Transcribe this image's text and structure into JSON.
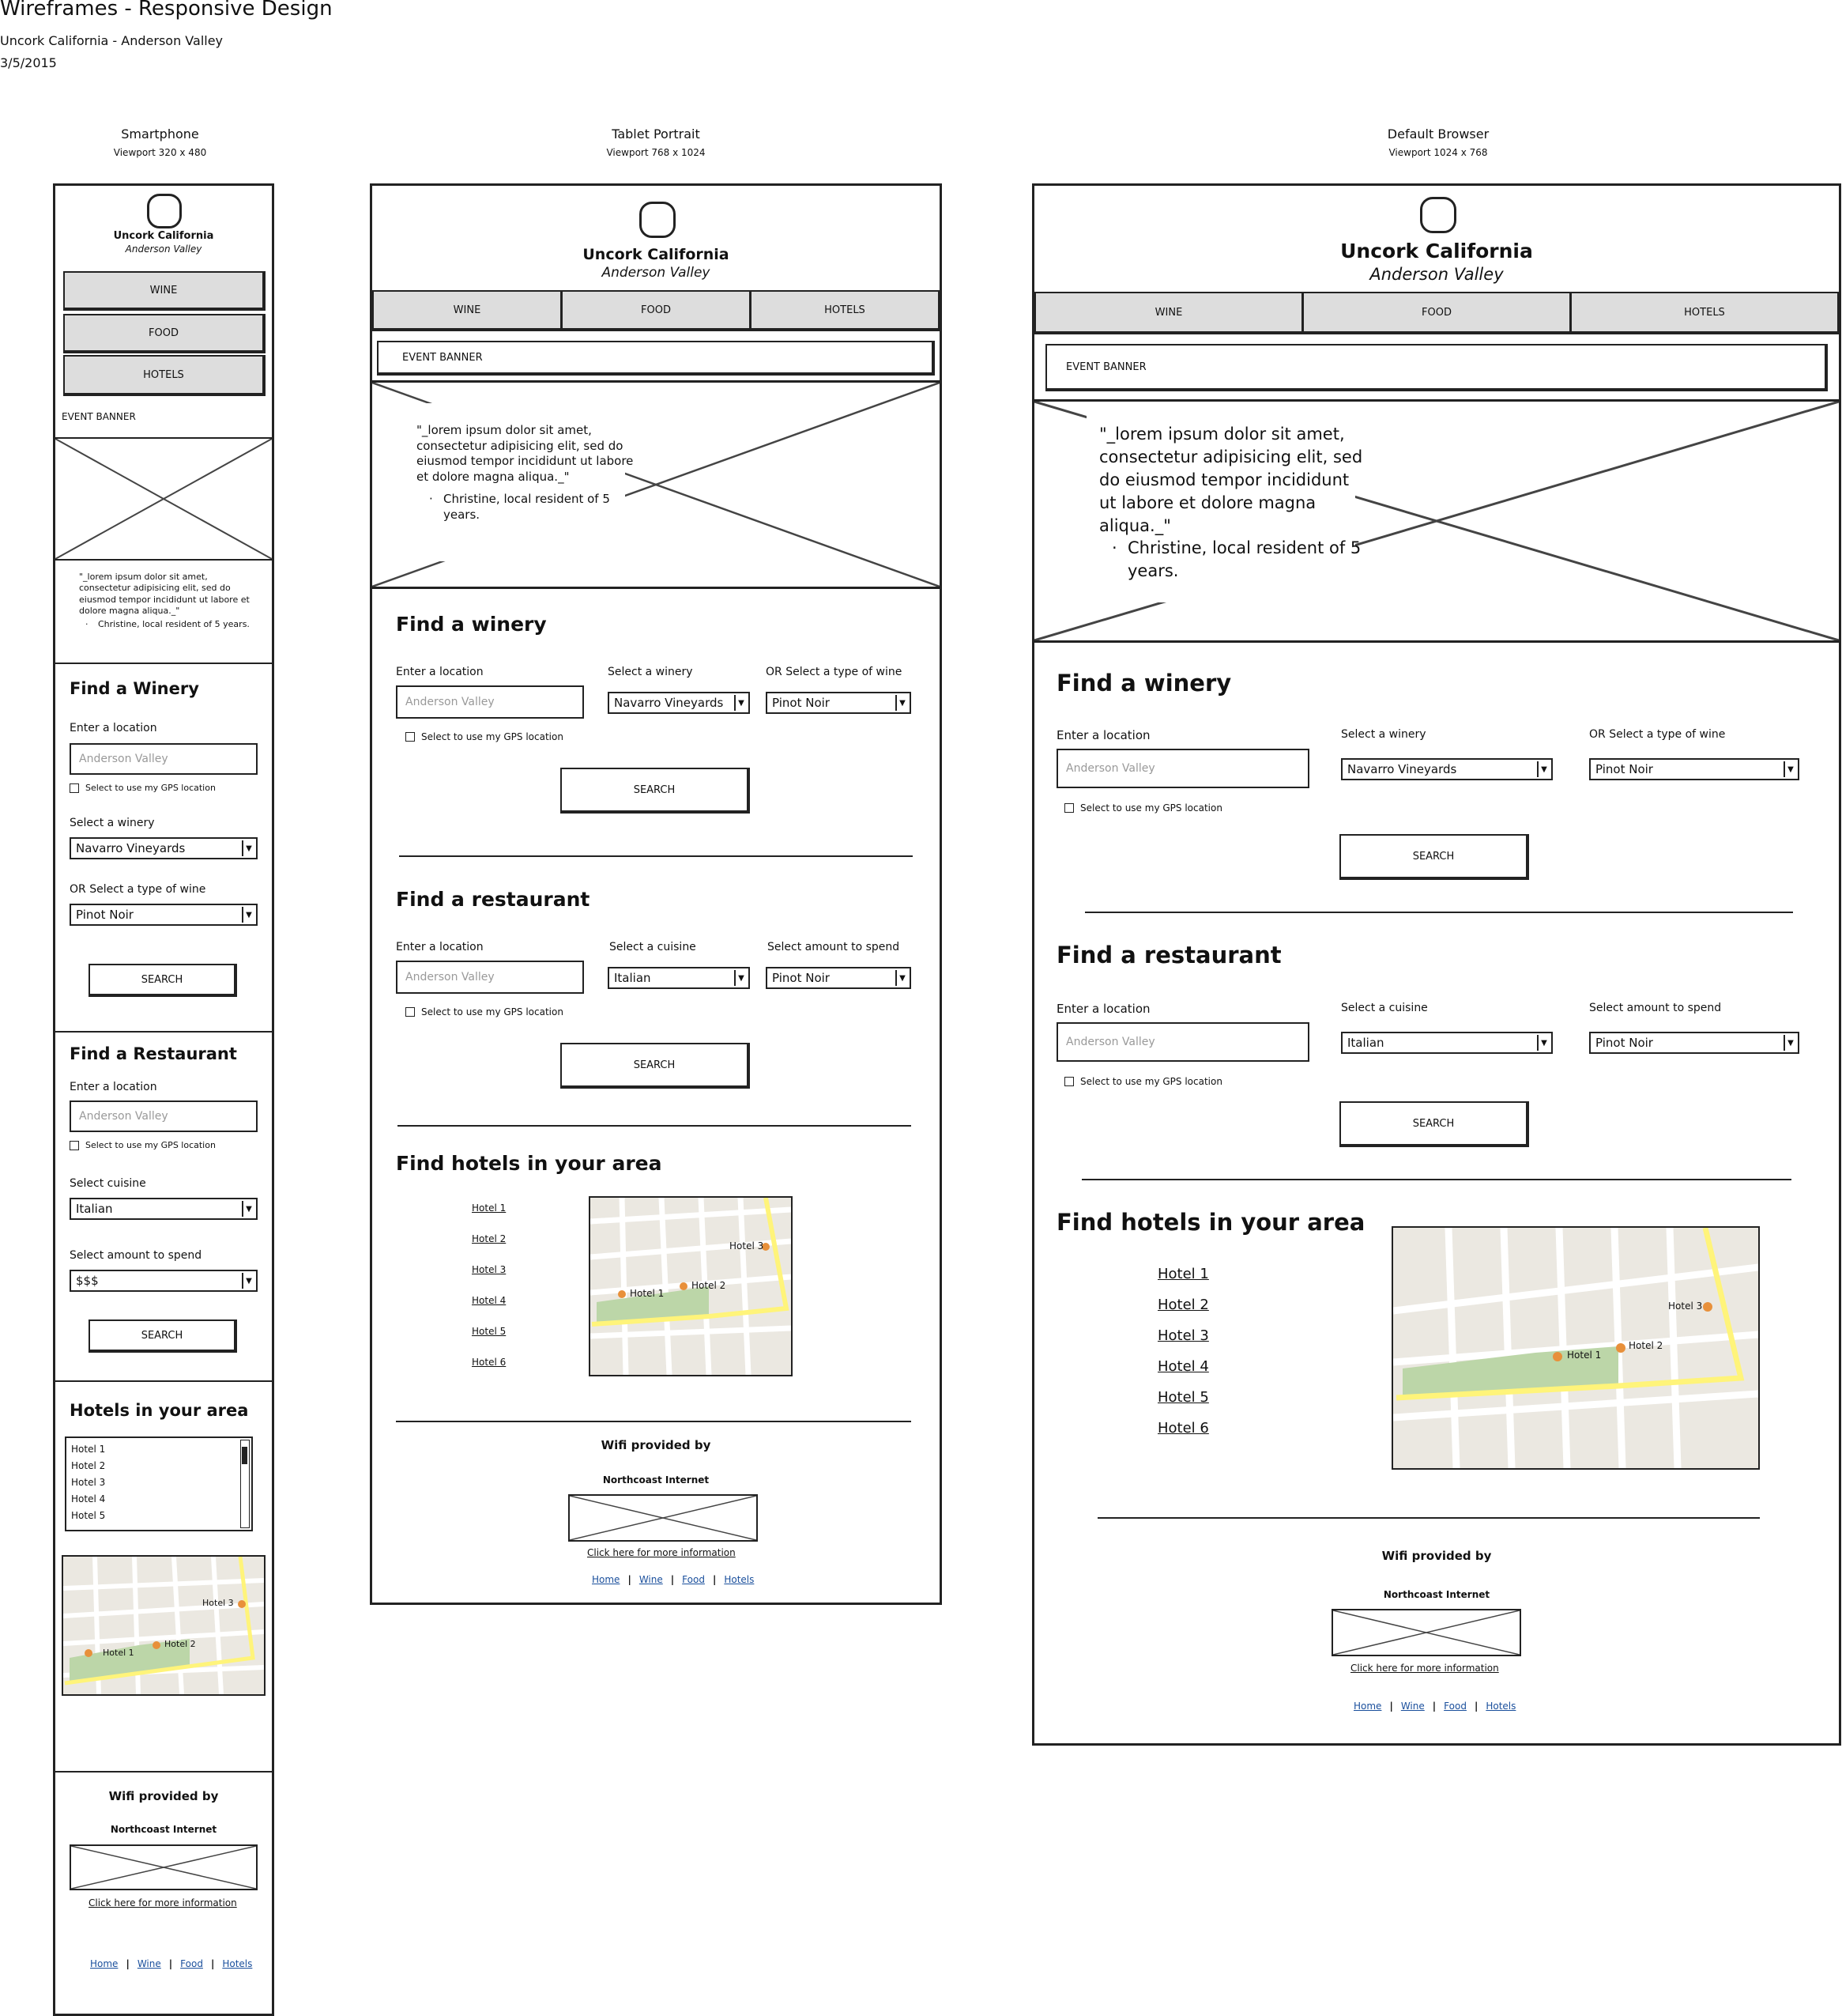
{
  "header": {
    "title": "Wireframes - Responsive Design",
    "subtitle": "Uncork California - Anderson Valley",
    "date": "3/5/2015"
  },
  "columns": {
    "smartphone": {
      "title": "Smartphone",
      "viewport": "Viewport 320 x 480"
    },
    "tablet": {
      "title": "Tablet Portrait",
      "viewport": "Viewport 768 x 1024"
    },
    "desktop": {
      "title": "Default Browser",
      "viewport": "Viewport 1024 x 768"
    }
  },
  "site": {
    "name": "Uncork California",
    "tagline": "Anderson Valley",
    "nav": [
      "WINE",
      "FOOD",
      "HOTELS"
    ],
    "event_banner": "EVENT BANNER",
    "quote": "\"_lorem ipsum dolor sit amet, consectetur adipisicing elit, sed do eiusmod tempor incididunt ut labore et dolore magna aliqua._\"",
    "quote_author": "Christine, local resident of 5 years."
  },
  "winery": {
    "title": "Find a winery",
    "title_phone": "Find a Winery",
    "location_label": "Enter a location",
    "location_placeholder": "Anderson Valley",
    "gps_label": "Select to use my GPS location",
    "winery_label": "Select a winery",
    "winery_value": "Navarro Vineyards",
    "wine_type_label": "OR Select a type of wine",
    "wine_type_value": "Pinot Noir",
    "search": "SEARCH"
  },
  "restaurant": {
    "title": "Find a restaurant",
    "title_phone": "Find a Restaurant",
    "location_label": "Enter a location",
    "location_placeholder": "Anderson Valley",
    "gps_label": "Select to use my GPS location",
    "cuisine_label": "Select a cuisine",
    "cuisine_label_phone": "Select cuisine",
    "cuisine_value": "Italian",
    "amount_label": "Select amount to spend",
    "amount_value": "Pinot Noir",
    "amount_value_phone": "$$$",
    "search": "SEARCH"
  },
  "hotels": {
    "title": "Find hotels in your area",
    "title_phone": "Hotels in your area",
    "list": [
      "Hotel 1",
      "Hotel 2",
      "Hotel 3",
      "Hotel 4",
      "Hotel 5",
      "Hotel 6"
    ],
    "map_labels": [
      "Hotel 1",
      "Hotel 2",
      "Hotel 3"
    ]
  },
  "footer": {
    "wifi": "Wifi provided by",
    "provider": "Northcoast Internet",
    "more_info": "Click here for more information",
    "links": [
      "Home",
      "Wine",
      "Food",
      "Hotels"
    ]
  },
  "colors": {
    "nav_bg": "#dddddd",
    "map_bg": "#ebe8e1",
    "map_park": "#bcd6a8",
    "map_road": "#fff47a",
    "map_pin": "#e8903a",
    "link": "#1a4f9c"
  }
}
